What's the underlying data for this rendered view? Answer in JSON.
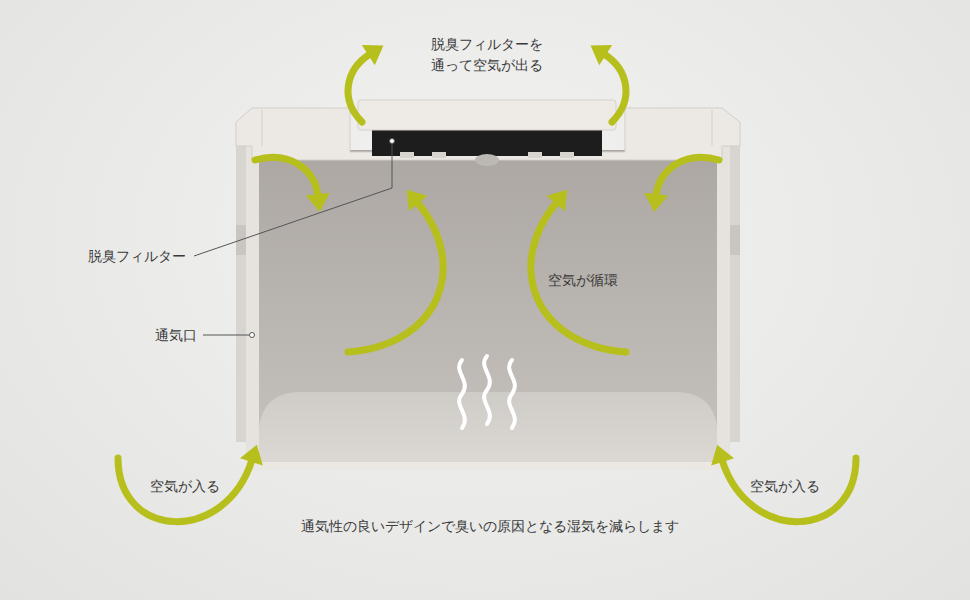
{
  "diagram": {
    "caption": "通気性の良いデザインで臭いの原因となる湿気を減らします",
    "labels": [
      "脱臭フィルターを 通って空気が出る",
      "脱臭フィルター",
      "通気口",
      "空気が循環",
      "空気が入る",
      "空気が入る"
    ]
  }
}
